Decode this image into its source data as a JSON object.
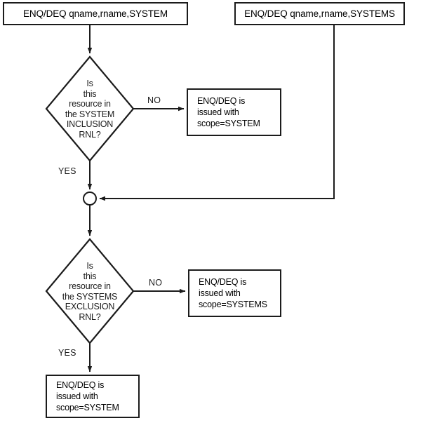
{
  "diagram": {
    "title": "ENQ/DEQ scope resolution flowchart",
    "stroke_color": "#1b1b1b",
    "background_color": "#ffffff",
    "nodes": {
      "start_system": {
        "label": "ENQ/DEQ qname,rname,SYSTEM"
      },
      "start_systems": {
        "label": "ENQ/DEQ qname,rname,SYSTEMS"
      },
      "decision_inclusion": {
        "label": "Is\nthis\nresource in\nthe SYSTEM\nINCLUSION\nRNL?"
      },
      "decision_exclusion": {
        "label": "Is\nthis\nresource in\nthe SYSTEMS\nEXCLUSION\nRNL?"
      },
      "result_scope_system_top": {
        "line1": "ENQ/DEQ is",
        "line2": "issued with",
        "line3": "scope=SYSTEM"
      },
      "result_scope_systems": {
        "line1": "ENQ/DEQ is",
        "line2": "issued with",
        "line3": "scope=SYSTEMS"
      },
      "result_scope_system_bottom": {
        "line1": "ENQ/DEQ is",
        "line2": "issued with",
        "line3": "scope=SYSTEM"
      },
      "merge_junction": {
        "label": ""
      }
    },
    "edges": {
      "inclusion_no": {
        "label": "NO"
      },
      "inclusion_yes": {
        "label": "YES"
      },
      "exclusion_no": {
        "label": "NO"
      },
      "exclusion_yes": {
        "label": "YES"
      }
    }
  }
}
